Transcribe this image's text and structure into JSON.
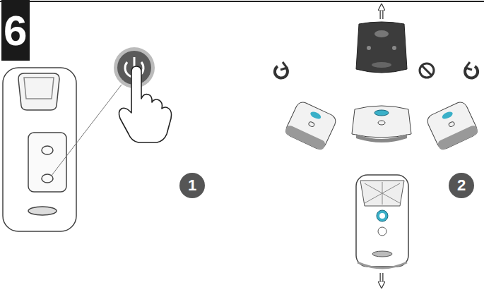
{
  "diagram": {
    "labels": [
      "6",
      "1",
      "2"
    ]
  }
}
